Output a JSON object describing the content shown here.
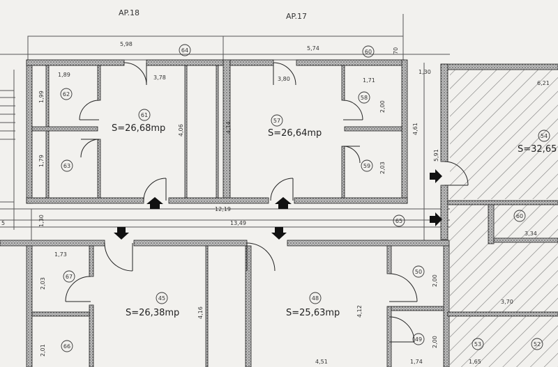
{
  "headers": {
    "ap18": "AP.18",
    "ap17": "AP.17"
  },
  "circles": {
    "c64": "64",
    "c60": "60",
    "c61": "61",
    "c57": "57",
    "c62": "62",
    "c63": "63",
    "c58": "58",
    "c59": "59",
    "c54": "54",
    "c65": "65",
    "c60b": "60",
    "c67": "67",
    "c66": "66",
    "c45": "45",
    "c48": "48",
    "c50": "50",
    "c49": "49",
    "c53": "53",
    "c52": "52"
  },
  "areas": {
    "r61": "S=26,68mp",
    "r57": "S=26,64mp",
    "r54": "S=32,65",
    "r45": "S=26,38mp",
    "r48": "S=25,63mp"
  },
  "dims": {
    "d598": "5,98",
    "d574": "5,74",
    "d70": "70",
    "d189": "1,89",
    "d378": "3,78",
    "d380": "3,80",
    "d171": "1,71",
    "d130a": "1,30",
    "d621": "6,21",
    "d199": "1,99",
    "d179": "1,79",
    "d406": "4,06",
    "d414": "4,14",
    "d200a": "2,00",
    "d203a": "2,03",
    "d461": "4,61",
    "d591": "5,91",
    "d1219": "12,19",
    "d130b": "1,30",
    "d1349": "13,49",
    "d5": "5",
    "d334": "3,34",
    "d173": "1,73",
    "d203b": "2,03",
    "d201": "2,01",
    "d416": "4,16",
    "d412": "4,12",
    "d200b": "2,00",
    "d200c": "2,00",
    "d370": "3,70",
    "d451": "4,51",
    "d174": "1,74",
    "d165": "1,65"
  }
}
